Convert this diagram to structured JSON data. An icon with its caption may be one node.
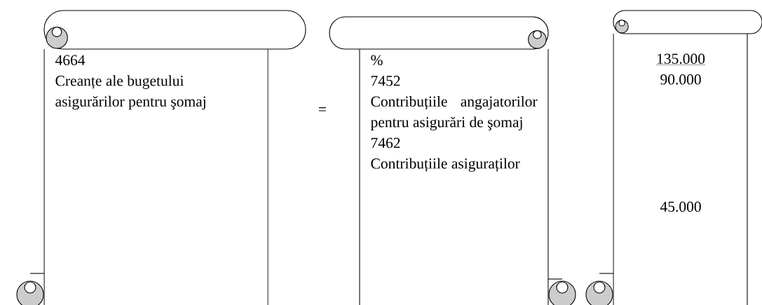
{
  "diagram": {
    "nodes": [
      {
        "text": [
          "4664",
          "Creanțe ale bugetului asigurărilor pentru şomaj"
        ]
      },
      {
        "text": [
          "%",
          "7452",
          "Contribuțiile angajatorilor pentru asigurări de şomaj",
          "7462",
          "Contribuțiile asiguraților"
        ]
      },
      {
        "text": [
          "135.000",
          "90.000",
          "45.000"
        ]
      }
    ],
    "labels": [
      "="
    ]
  }
}
